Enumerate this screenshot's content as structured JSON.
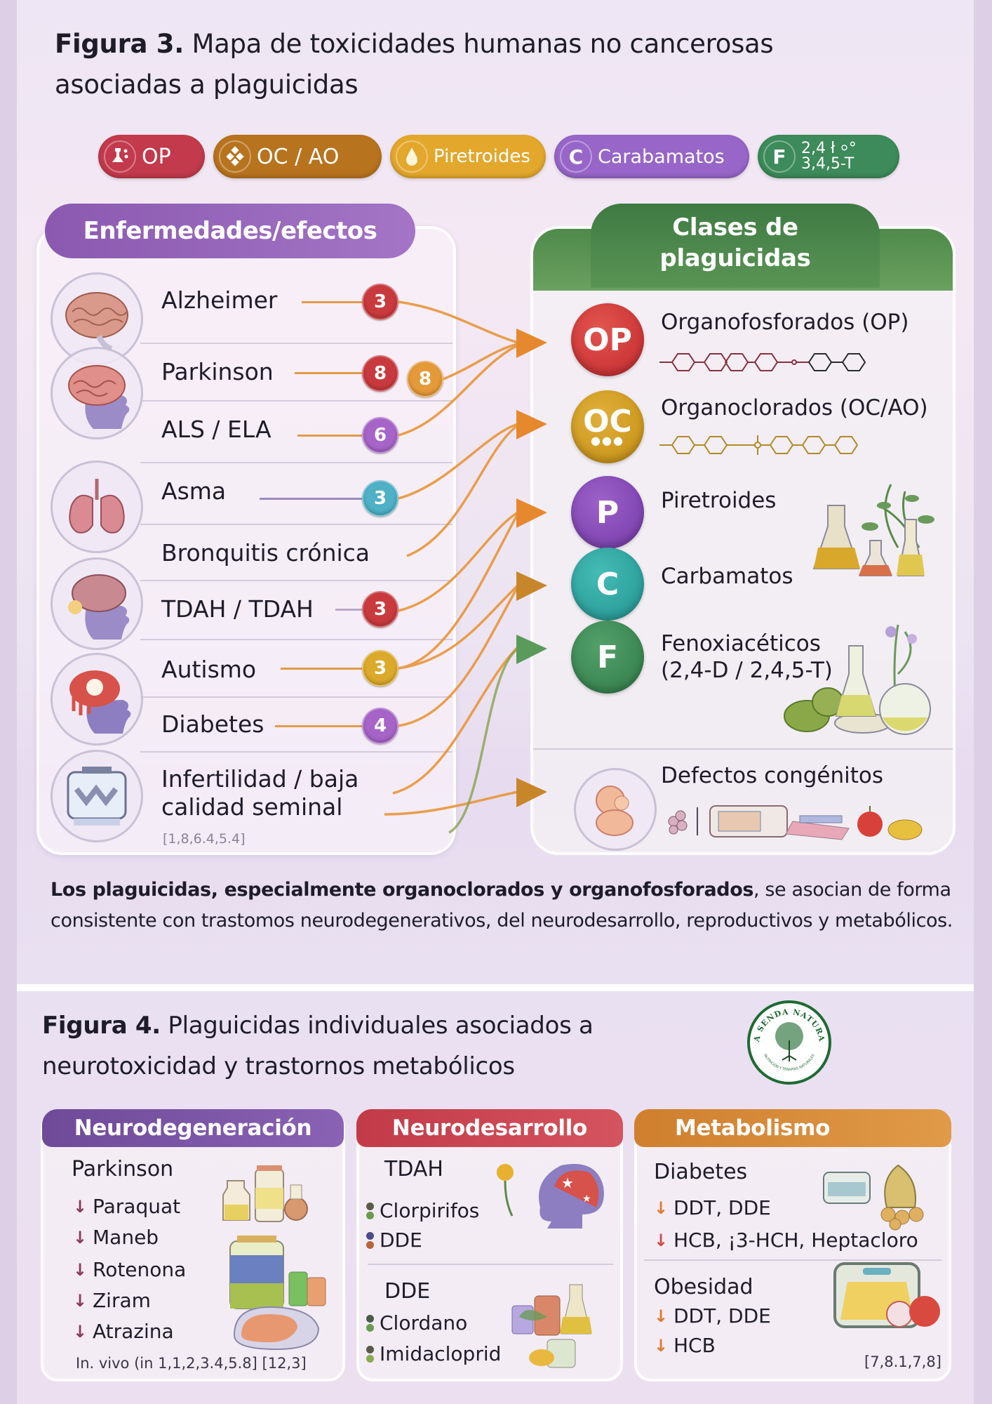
{
  "figure3": {
    "title_bold": "Figura 3.",
    "title_rest": "Mapa de toxicidades humanas no cancerosas asociadas a plaguicidas",
    "legend": [
      {
        "key": "op",
        "icon": "flask-icon",
        "label": "OP",
        "color": "#c23a4c"
      },
      {
        "key": "oc",
        "icon": "diamond-icon",
        "label": "OC / AO",
        "color": "#b8731e"
      },
      {
        "key": "pi",
        "icon": "droplet-icon",
        "label": "Piretroides",
        "color": "#e3a72c"
      },
      {
        "key": "ca",
        "icon_letter": "C",
        "label": "Carabamatos",
        "color": "#9766c8"
      },
      {
        "key": "f",
        "icon_letter": "F",
        "label_line1": "2,4 ł ⸰°",
        "label_line2": "3,4,5-T",
        "color": "#3d8a5a"
      }
    ],
    "left_panel": {
      "header": "Enfermedades/efectos",
      "rows": [
        {
          "label": "Alzheimer",
          "badges": [
            {
              "value": "3",
              "color": "#c93a3e"
            }
          ]
        },
        {
          "label": "Parkinson",
          "badges": [
            {
              "value": "8",
              "color": "#c93a3e"
            },
            {
              "value": "8",
              "color": "#e59a3a"
            }
          ]
        },
        {
          "label": "ALS / ELA",
          "badges": [
            {
              "value": "6",
              "color": "#a764c8"
            }
          ]
        },
        {
          "label": "Asma",
          "badges": [
            {
              "value": "3",
              "color": "#4fb0c6"
            }
          ]
        },
        {
          "label": "Bronquitis crónica",
          "badges": []
        },
        {
          "label": "TDAH / TDAH",
          "badges": [
            {
              "value": "3",
              "color": "#c93a3e"
            }
          ]
        },
        {
          "label": "Autismo",
          "badges": [
            {
              "value": "3",
              "color": "#dcaa2a"
            }
          ]
        },
        {
          "label": "Diabetes",
          "badges": [
            {
              "value": "4",
              "color": "#a764c8"
            }
          ]
        },
        {
          "label_line1": "Infertilidad / baja",
          "label_line2": "calidad seminal",
          "badges": []
        }
      ],
      "refs": "[1,8,6.4,5.4]"
    },
    "right_panel": {
      "header_line1": "Clases de",
      "header_line2": "plaguicidas",
      "classes": [
        {
          "abbr": "OP",
          "label": "Organofosforados (OP)",
          "color": "#d0393d"
        },
        {
          "abbr": "OC",
          "label": "Organoclorados (OC/AO)",
          "color": "#cf9a1e"
        },
        {
          "abbr": "P",
          "label": "Piretroides",
          "color": "#8a4db8"
        },
        {
          "abbr": "C",
          "label": "Carbamatos",
          "color": "#2fa8a4"
        },
        {
          "abbr": "F",
          "label_line1": "Fenoxiacéticos",
          "label_line2": "(2,4-D / 2,4,5-T)",
          "color": "#3d8a55"
        }
      ],
      "congenital": {
        "label": "Defectos congénitos"
      }
    },
    "summary": {
      "bold": "Los plaguicidas, especialmente organoclorados y organofosforados",
      "rest": ", se asocian de forma consistente con trastomos neurodegenerativos, del neurodesarrollo, reproductivos y metabólicos."
    }
  },
  "figure4": {
    "title_bold": "Figura 4.",
    "title_line1": "Plaguicidas individuales asociados a",
    "title_line2": "neurotoxicidad y trastornos metabólicos",
    "logo": {
      "top_text": "LA SENDA NATURAL",
      "bottom_text": "NUTRICIÓN Y TERAPIAS NATURALES"
    },
    "cards": [
      {
        "header": "Neurodegeneración",
        "color": "#7c55a6",
        "subtitle": "Parkinson",
        "items": [
          "Paraquat",
          "Maneb",
          "Rotenona",
          "Ziram",
          "Atrazina"
        ],
        "refs": "In. vivo (in 1,1,2,3.4,5.8] [12,3]"
      },
      {
        "header": "Neurodesarrollo",
        "color": "#c84550",
        "groups": [
          {
            "subtitle": "TDAH",
            "items": [
              "Clorpirifos",
              "DDE"
            ]
          },
          {
            "subtitle": "DDE",
            "items": [
              "Clordano",
              "Imidacloprid"
            ]
          }
        ]
      },
      {
        "header": "Metabolismo",
        "color": "#d58a35",
        "groups": [
          {
            "subtitle": "Diabetes",
            "items": [
              "DDT, DDE",
              "HCB, ¡3-HCH, Heptacloro"
            ]
          },
          {
            "subtitle": "Obesidad",
            "items": [
              "DDT, DDE",
              "HCB"
            ]
          }
        ],
        "refs": "[7,8.1,7,8]"
      }
    ]
  }
}
